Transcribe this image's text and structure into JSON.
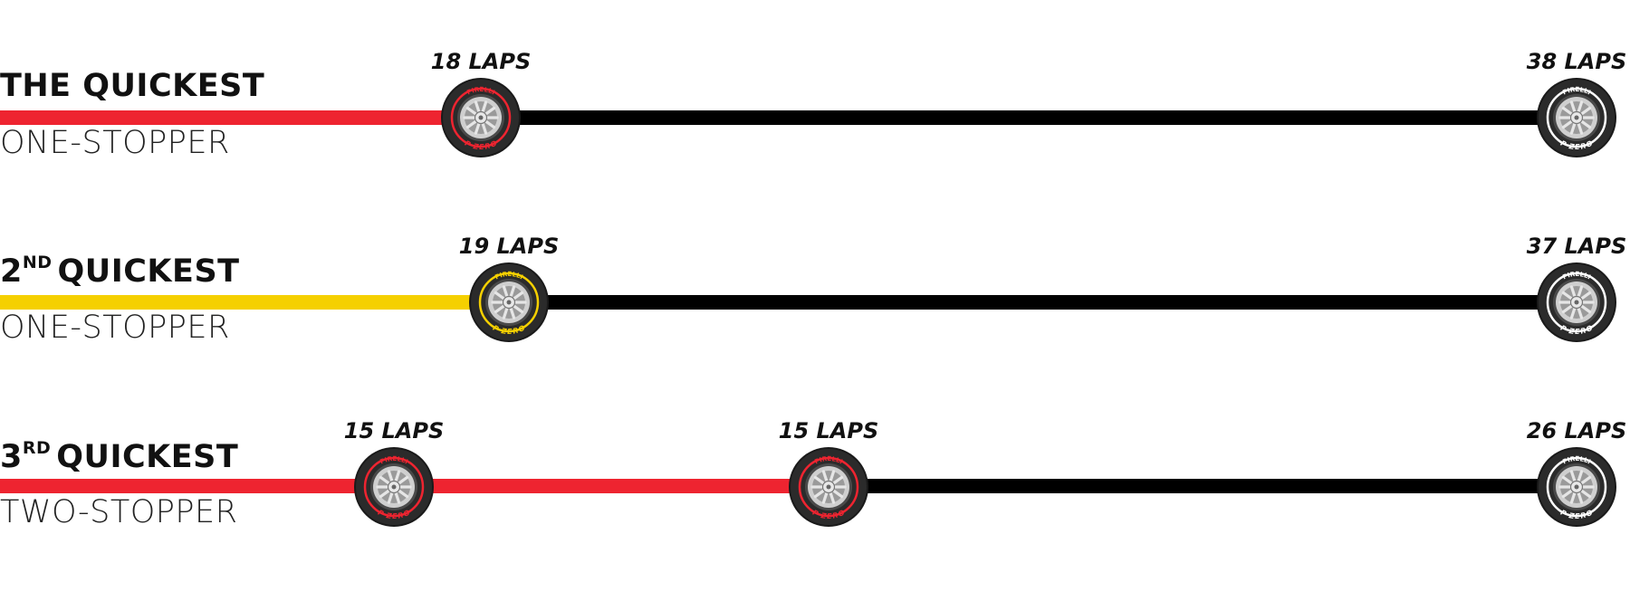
{
  "brand_text": "PIRELLI",
  "tyre_text": "P ZERO",
  "compound_colors": {
    "soft": "#ee2430",
    "medium": "#f5d000",
    "hard": "#ffffff",
    "line": "#000000"
  },
  "strategies": [
    {
      "title_main": "THE QUICKEST",
      "title_sup": "",
      "title_rest": "",
      "subtitle": "ONE-STOPPER",
      "stints": [
        {
          "compound": "soft",
          "laps_label": "18 LAPS"
        },
        {
          "compound": "hard",
          "laps_label": "38 LAPS"
        }
      ]
    },
    {
      "title_main": "2",
      "title_sup": "ND",
      "title_rest": "QUICKEST",
      "subtitle": "ONE-STOPPER",
      "stints": [
        {
          "compound": "medium",
          "laps_label": "19 LAPS"
        },
        {
          "compound": "hard",
          "laps_label": "37 LAPS"
        }
      ]
    },
    {
      "title_main": "3",
      "title_sup": "RD",
      "title_rest": "QUICKEST",
      "subtitle": "TWO-STOPPER",
      "stints": [
        {
          "compound": "soft",
          "laps_label": "15 LAPS"
        },
        {
          "compound": "soft",
          "laps_label": "15 LAPS"
        },
        {
          "compound": "hard",
          "laps_label": "26 LAPS"
        }
      ]
    }
  ]
}
